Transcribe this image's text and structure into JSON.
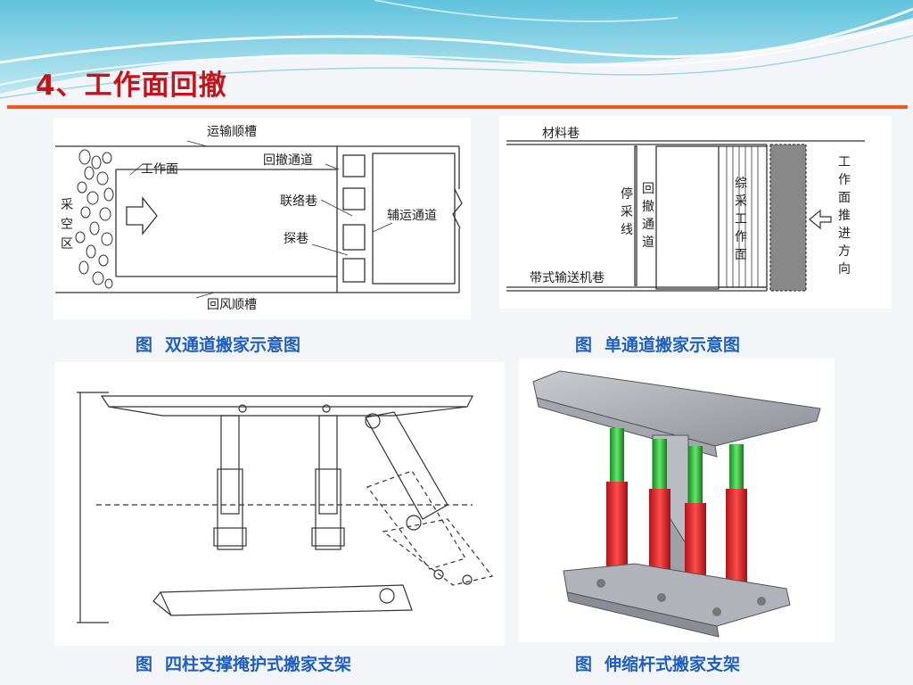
{
  "slide": {
    "title": "4、工作面回撤"
  },
  "diagram1": {
    "caption_prefix": "图",
    "caption": "双通道搬家示意图",
    "labels": {
      "transport": "运输顺槽",
      "return_channel": "回撤通道",
      "working_face": "工作面",
      "goaf": [
        "采",
        "空",
        "区"
      ],
      "liaison": "联络巷",
      "aux_channel": "辅运通道",
      "probe": "探巷",
      "return_air": "回风顺槽"
    }
  },
  "diagram2": {
    "caption_prefix": "图",
    "caption": "单通道搬家示意图",
    "labels": {
      "material": "材料巷",
      "stop_line": [
        "停",
        "采",
        "线"
      ],
      "return_channel": [
        "回",
        "撤",
        "通",
        "道"
      ],
      "fully_mech": [
        "综",
        "采",
        "工",
        "作",
        "面"
      ],
      "push_dir": [
        "工",
        "作",
        "面",
        "推",
        "进",
        "方",
        "向"
      ],
      "belt": "带式输送机巷"
    }
  },
  "diagram3": {
    "caption_prefix": "图",
    "caption": "四柱支撑掩护式搬家支架"
  },
  "diagram4": {
    "caption_prefix": "图",
    "caption": "伸缩杆式搬家支架"
  },
  "colors": {
    "title": "#c4141b",
    "rule": "#ef5a1e",
    "caption": "#1f5fbf",
    "banner": "#7fd0e6"
  }
}
